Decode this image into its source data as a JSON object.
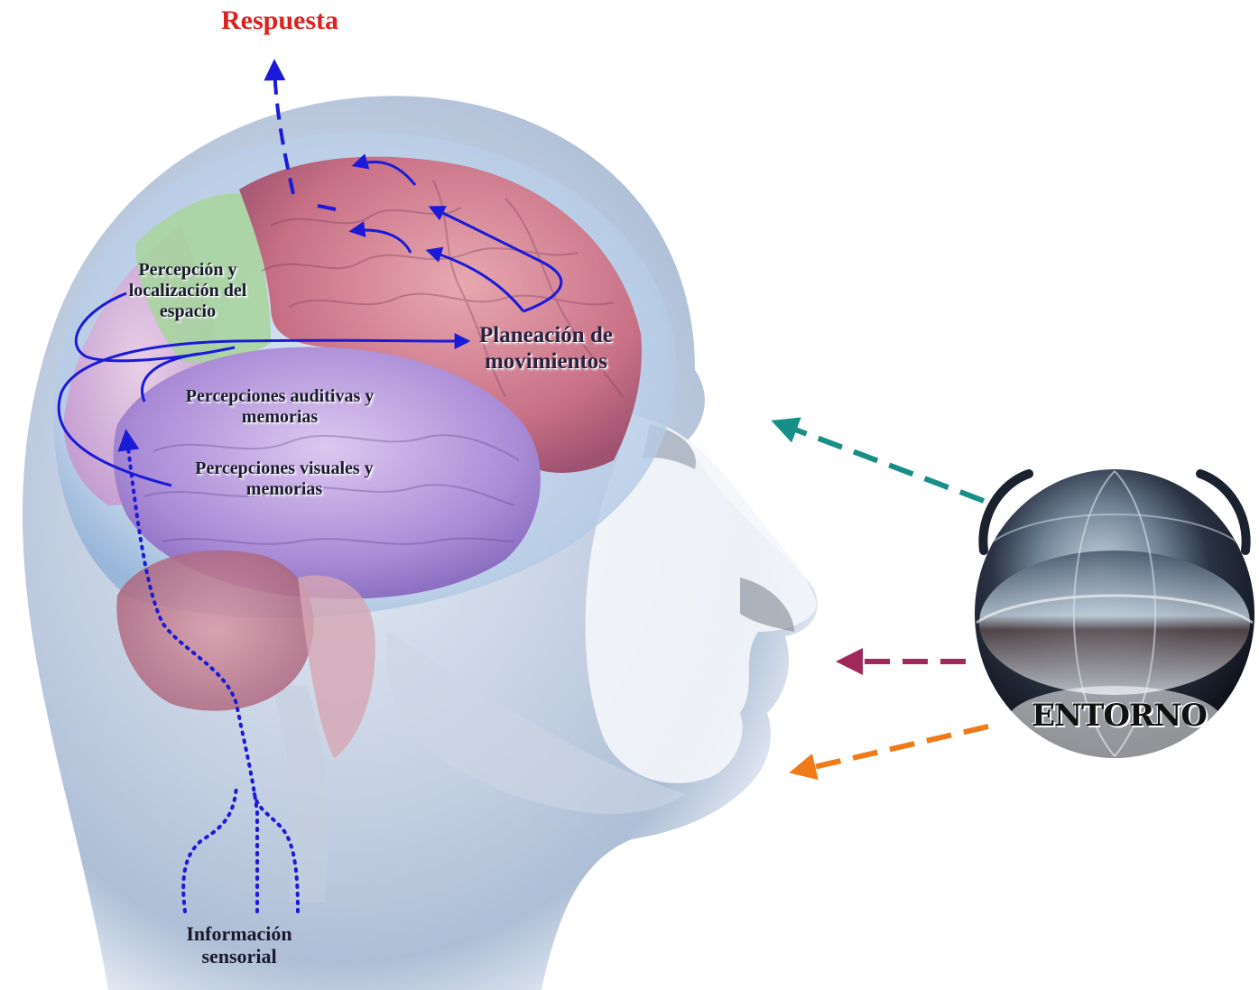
{
  "labels": {
    "response": "Respuesta",
    "space_perception": "Percepción y localización del espacio",
    "movement_planning": "Planeación de movimientos",
    "auditory": "Percepciones auditivas y memorias",
    "visual": "Percepciones visuales y memorias",
    "sensory_info": "Información sensorial",
    "environment": "ENTORNO"
  },
  "colors": {
    "response": "#e02020",
    "blue_arrows": "#1a1ad8",
    "teal_arrow": "#178f86",
    "magenta_arrow": "#a0285a",
    "orange_arrow": "#f07a18"
  }
}
